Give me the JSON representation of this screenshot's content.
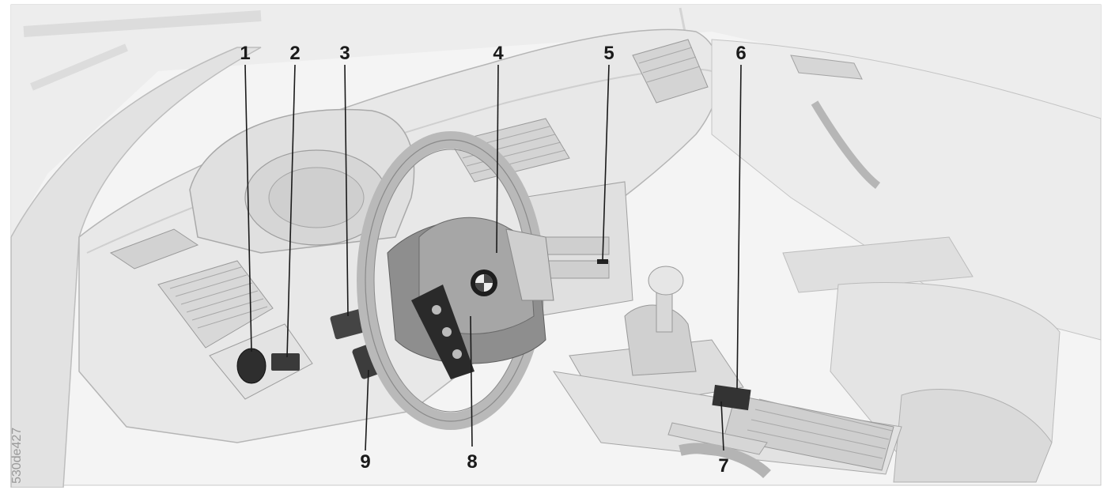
{
  "image_code": "530de427",
  "callouts": [
    {
      "number": "1"
    },
    {
      "number": "2"
    },
    {
      "number": "3"
    },
    {
      "number": "4"
    },
    {
      "number": "5"
    },
    {
      "number": "6"
    },
    {
      "number": "7"
    },
    {
      "number": "8"
    },
    {
      "number": "9"
    }
  ],
  "logo": {
    "name": "bmw-roundel-icon"
  },
  "colors": {
    "background": "#ffffff",
    "panel": "#e6e6e6",
    "dark": "#2a2a2a",
    "label": "#1a1a1a"
  }
}
